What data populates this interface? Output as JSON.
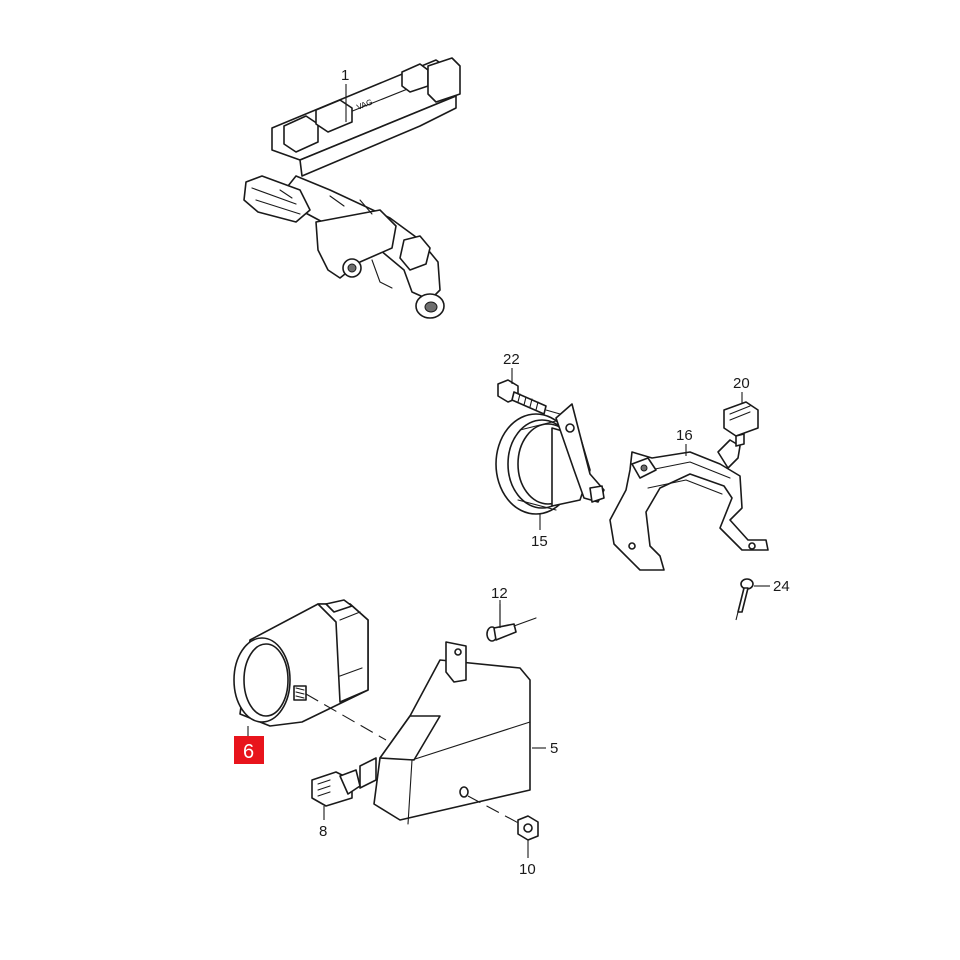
{
  "diagram": {
    "callouts": {
      "c1": "1",
      "c22": "22",
      "c20": "20",
      "c16": "16",
      "c15": "15",
      "c12": "12",
      "c24": "24",
      "c6": "6",
      "c5": "5",
      "c8": "8",
      "c10": "10"
    },
    "module_marking": "VAG",
    "highlight_color": "#e8141c"
  }
}
